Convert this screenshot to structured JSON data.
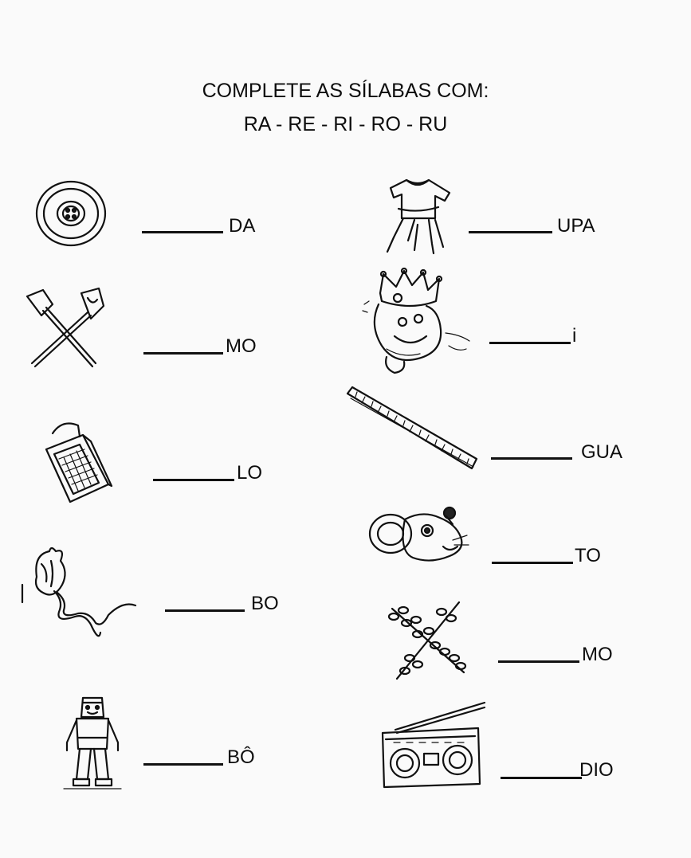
{
  "header": {
    "instruction": "COMPLETE AS SÍLABAS COM:",
    "options": "RA - RE - RI - RO - RU"
  },
  "items": [
    {
      "icon": "wheel-icon",
      "ending": "DA"
    },
    {
      "icon": "oars-icon",
      "ending": "MO"
    },
    {
      "icon": "grater-icon",
      "ending": "LO"
    },
    {
      "icon": "bundle-icon",
      "ending": "BO"
    },
    {
      "icon": "robot-icon",
      "ending": "BÔ"
    },
    {
      "icon": "clothes-icon",
      "ending": "UPA"
    },
    {
      "icon": "king-icon",
      "ending": "i"
    },
    {
      "icon": "ruler-icon",
      "ending": "GUA"
    },
    {
      "icon": "mouse-icon",
      "ending": "TO"
    },
    {
      "icon": "branch-icon",
      "ending": "MO"
    },
    {
      "icon": "radio-icon",
      "ending": "DIO"
    }
  ]
}
